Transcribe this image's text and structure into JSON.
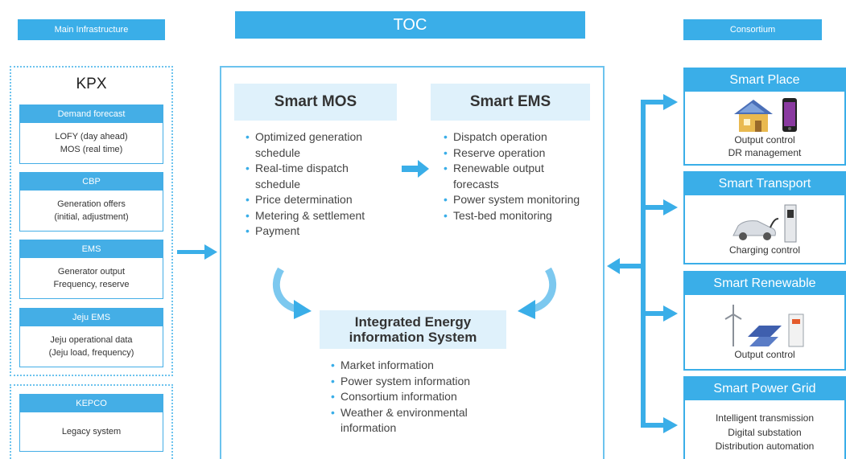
{
  "headers": {
    "main_infrastructure": "Main Infrastructure",
    "toc": "TOC",
    "consortium": "Consortium"
  },
  "kpx": {
    "title": "KPX",
    "boxes": [
      {
        "title": "Demand forecast",
        "lines": [
          "LOFY (day ahead)",
          "MOS (real time)"
        ]
      },
      {
        "title": "CBP",
        "lines": [
          "Generation offers",
          "(initial, adjustment)"
        ]
      },
      {
        "title": "EMS",
        "lines": [
          "Generator output",
          "Frequency, reserve"
        ]
      },
      {
        "title": "Jeju EMS",
        "lines": [
          "Jeju operational data",
          "(Jeju load, frequency)"
        ]
      }
    ]
  },
  "kepco": {
    "title": "KEPCO",
    "lines": [
      "Legacy system"
    ]
  },
  "smart_mos": {
    "title": "Smart MOS",
    "items": [
      "Optimized generation schedule",
      "Real-time dispatch schedule",
      "Price determination",
      "Metering & settlement",
      "Payment"
    ]
  },
  "smart_ems": {
    "title": "Smart EMS",
    "items": [
      "Dispatch operation",
      "Reserve operation",
      "Renewable output forecasts",
      "Power system monitoring",
      "Test-bed monitoring"
    ]
  },
  "iei": {
    "title_line1": "Integrated Energy",
    "title_line2": "information System",
    "items": [
      "Market information",
      "Power system information",
      "Consortium information",
      "Weather & environmental information"
    ]
  },
  "consortium": [
    {
      "title": "Smart Place",
      "lines": [
        "Output control",
        "DR management"
      ],
      "icons": [
        "house-icon",
        "smartphone-icon"
      ]
    },
    {
      "title": "Smart Transport",
      "lines": [
        "Charging control"
      ],
      "icons": [
        "electric-car-icon",
        "charging-station-icon"
      ]
    },
    {
      "title": "Smart Renewable",
      "lines": [
        "Output control"
      ],
      "icons": [
        "wind-turbine-icon",
        "solar-panel-icon",
        "inverter-icon"
      ]
    },
    {
      "title": "Smart Power Grid",
      "lines": [
        "Intelligent transmission",
        "Digital substation",
        "Distribution automation"
      ],
      "icons": []
    }
  ],
  "colors": {
    "accent": "#3aaee8",
    "light_panel": "#dff1fb",
    "text": "#333333"
  }
}
